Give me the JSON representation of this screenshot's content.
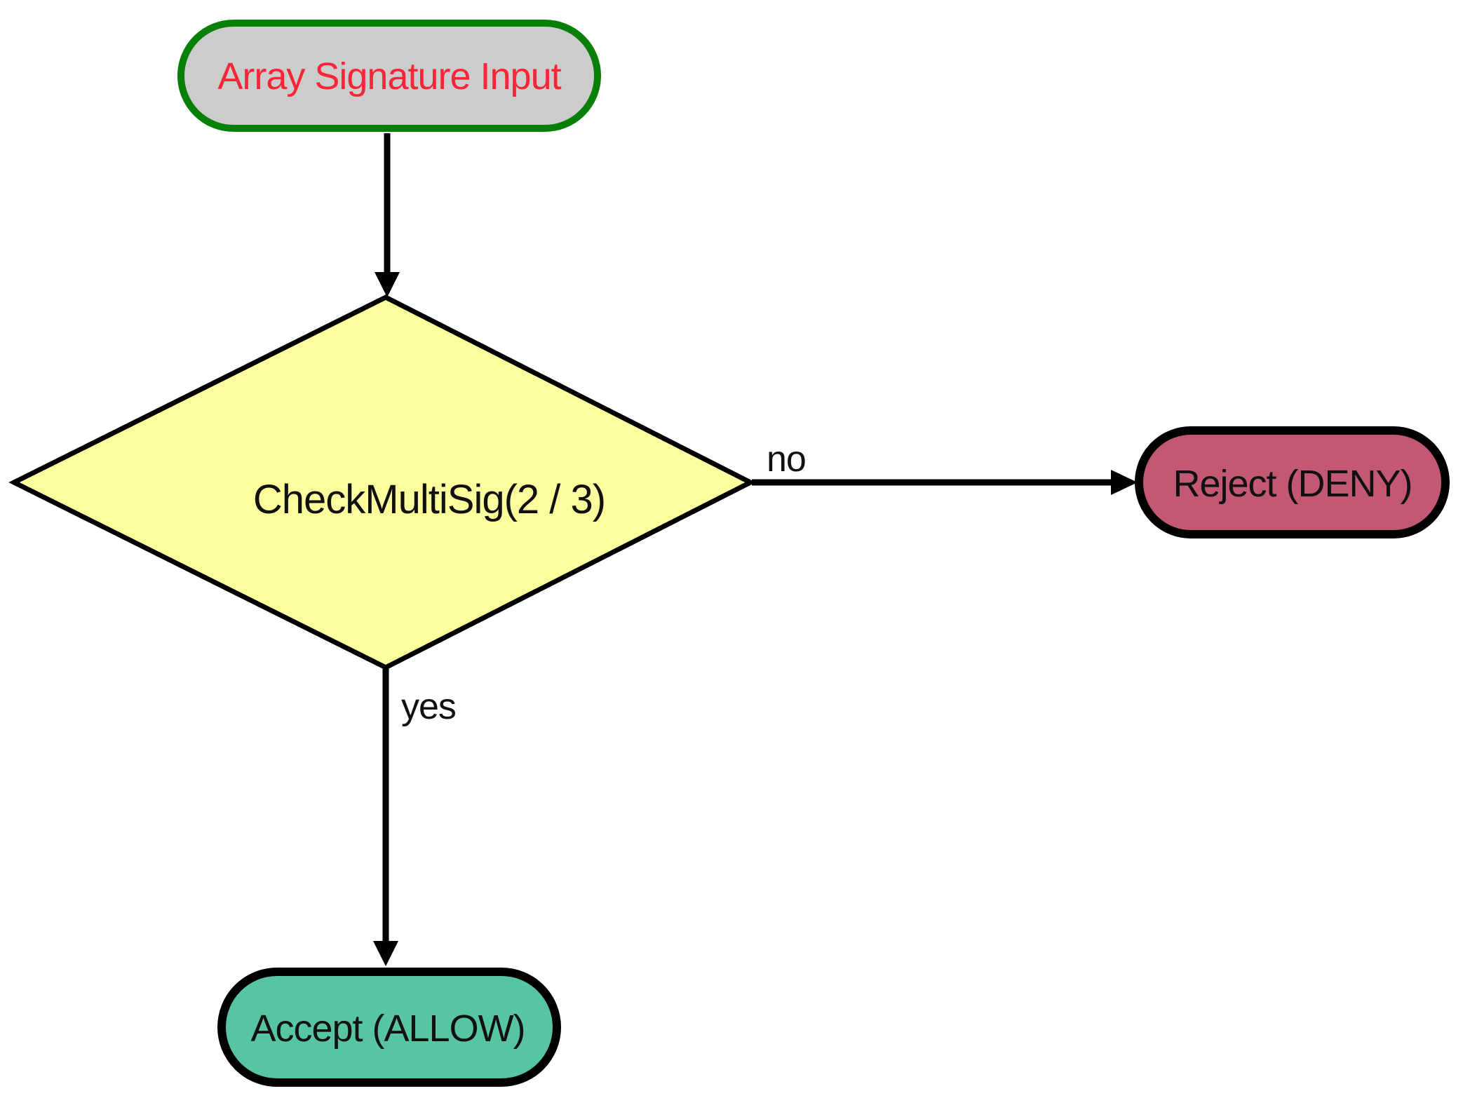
{
  "diagram": {
    "background": "#ffffff",
    "edge_color": "#000000",
    "edge_label_color": "#111111",
    "nodes": {
      "start": {
        "label": "Array Signature Input",
        "shape": "stadium",
        "fill": "#cccccc",
        "border": "#088008",
        "text_color": "#f92638"
      },
      "decision": {
        "label": "CheckMultiSig(2 / 3)",
        "shape": "diamond",
        "fill": "#fdfd9e",
        "border": "#000000",
        "text_color": "#111111"
      },
      "reject": {
        "label": "Reject (DENY)",
        "shape": "stadium",
        "fill": "#c25873",
        "border": "#000000",
        "text_color": "#111111"
      },
      "accept": {
        "label": "Accept (ALLOW)",
        "shape": "stadium",
        "fill": "#57c5a4",
        "border": "#000000",
        "text_color": "#111111"
      }
    },
    "edges": [
      {
        "from": "start",
        "to": "decision",
        "label": ""
      },
      {
        "from": "decision",
        "to": "reject",
        "label": "no"
      },
      {
        "from": "decision",
        "to": "accept",
        "label": "yes"
      }
    ]
  }
}
